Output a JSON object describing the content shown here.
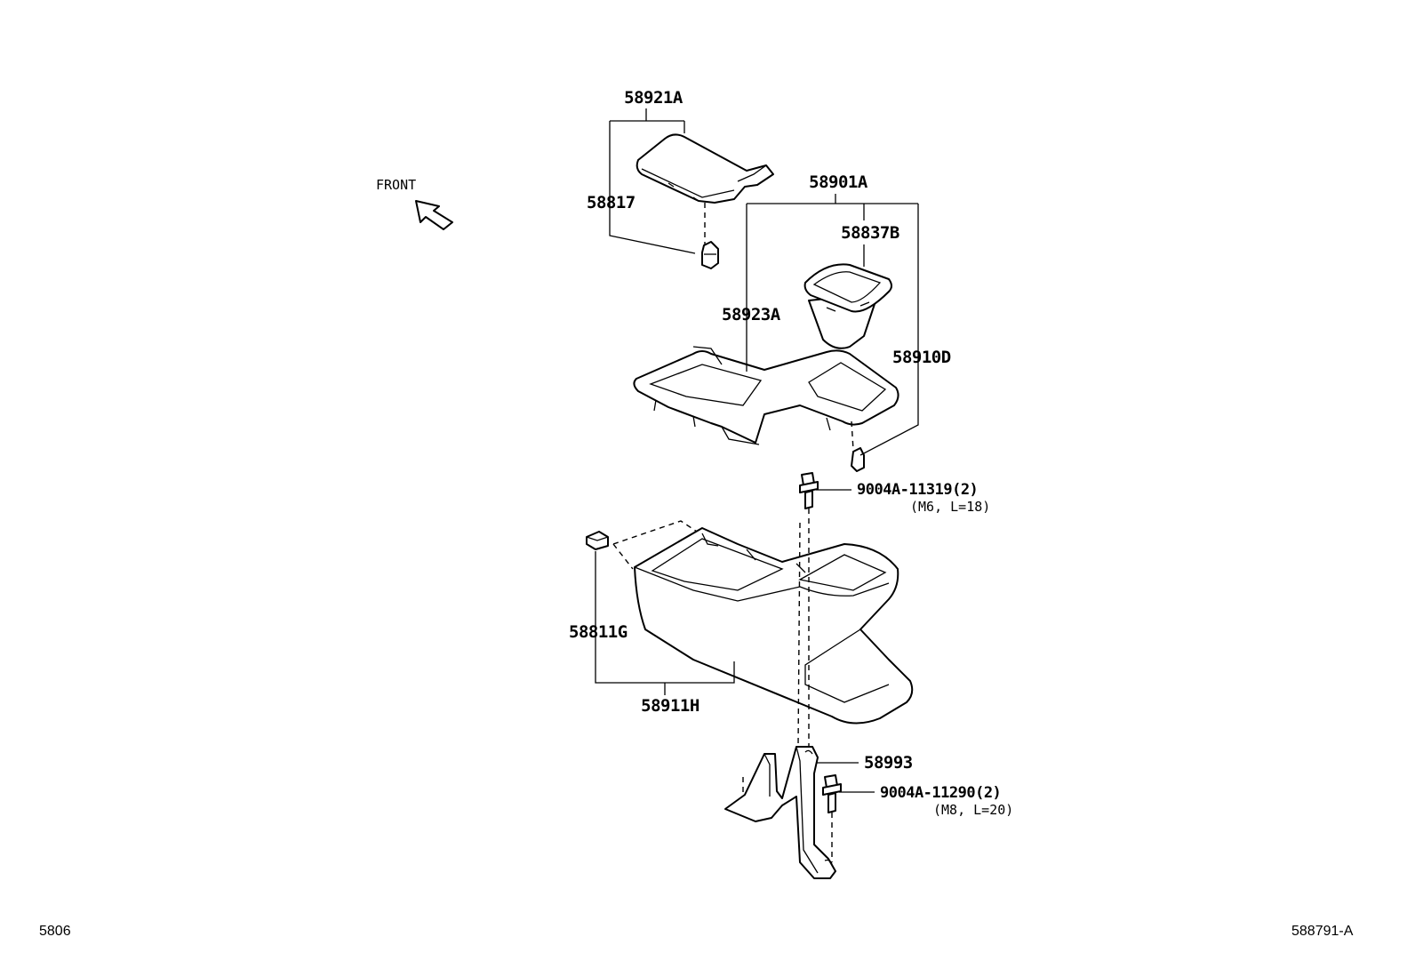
{
  "direction_label": "FRONT",
  "part_labels": {
    "lid": "58921A",
    "lid_clip": "58817",
    "upper_assembly": "58901A",
    "cup_holder": "58837B",
    "upper_panel": "58923A",
    "upper_clip": "58910D",
    "screw_upper": "9004A-11319(2)",
    "screw_upper_spec": "(M6, L=18)",
    "side_clip": "58811G",
    "console_body": "58911H",
    "bracket": "58993",
    "bolt_lower": "9004A-11290(2)",
    "bolt_lower_spec": "(M8, L=20)"
  },
  "page_number": "5806",
  "figure_code": "588791-A"
}
